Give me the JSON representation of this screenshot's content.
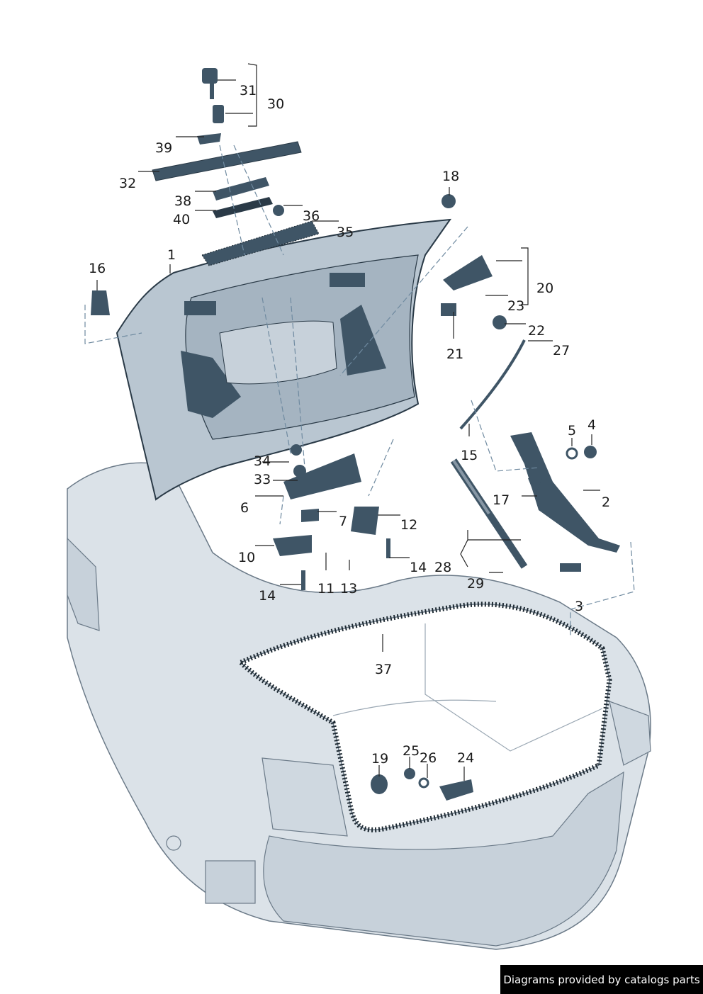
{
  "credit": "Diagrams provided by catalogs parts",
  "colors": {
    "body_fill": "#dbe2e8",
    "body_shade": "#c7d1da",
    "body_outline": "#6b7a88",
    "part_fill": "#3f5566",
    "part_dark": "#2a3a47",
    "lid_fill": "#b9c6d1",
    "seal_dots": "#1e2a33",
    "label_box": "#ffffff"
  },
  "callouts": [
    "1",
    "2",
    "3",
    "4",
    "5",
    "6",
    "7",
    "10",
    "11",
    "12",
    "13",
    "14",
    "14",
    "15",
    "16",
    "17",
    "18",
    "19",
    "20",
    "21",
    "22",
    "23",
    "24",
    "25",
    "26",
    "27",
    "28",
    "29",
    "30",
    "31",
    "32",
    "33",
    "34",
    "35",
    "36",
    "37",
    "38",
    "39",
    "40"
  ]
}
